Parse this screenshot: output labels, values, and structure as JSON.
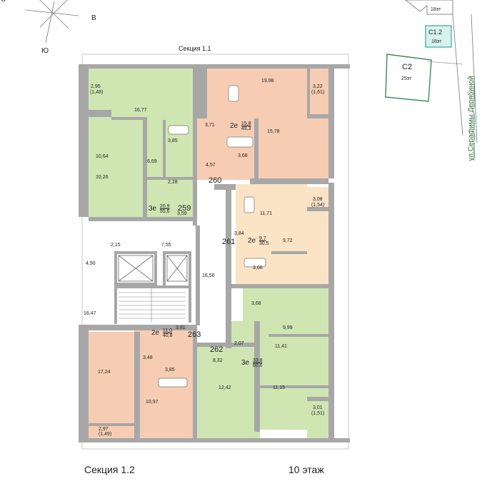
{
  "compass": {
    "south": "Ю",
    "east": "В",
    "west": "З"
  },
  "sections": {
    "top": "Секция 1.1",
    "bottom": "Секция 1.2"
  },
  "floor": "10 этаж",
  "street": "ул.Серафимы Дерябиной",
  "siteplan": [
    {
      "id": "c2",
      "name": "С2",
      "floors": "25эт",
      "color": "#3a8a5a"
    },
    {
      "id": "c12",
      "name": "С1.2",
      "floors": "18эт",
      "color": "#3aa59a"
    },
    {
      "id": "c11",
      "floors": "18эт"
    }
  ],
  "apartments": [
    {
      "number": "259",
      "type": "3е",
      "living": "20,9",
      "total": "55,6"
    },
    {
      "number": "260",
      "type": "2е",
      "living": "15,8",
      "total": "49,3"
    },
    {
      "number": "261",
      "type": "2е",
      "living": "9,7",
      "total": "30,5"
    },
    {
      "number": "262",
      "type": "3е",
      "living": "33,8",
      "total": "60,6"
    },
    {
      "number": "263",
      "type": "2е",
      "living": "11,0",
      "total": "40,8"
    }
  ],
  "rooms": [
    "2,95",
    "(1,48)",
    "16,77",
    "19,98",
    "3,22",
    "(1,61)",
    "3,71",
    "15,78",
    "3,85",
    "10,64",
    "6,69",
    "3,68",
    "4,57",
    "10,26",
    "2,28",
    "3,08",
    "(1,54)",
    "11,71",
    "3,59",
    "3,84",
    "9,72",
    "2,15",
    "7,55",
    "4,90",
    "16,56",
    "3,68",
    "16,47",
    "3,68",
    "9,99",
    "3,81",
    "11,41",
    "2,07",
    "3,48",
    "8,32",
    "17,24",
    "3,85",
    "12,42",
    "11,15",
    "10,97",
    "3,01",
    "(1,51)",
    "2,97",
    "(1,49)"
  ],
  "colors": {
    "green": "#cfe6b2",
    "orange": "#f6cdb2",
    "cream": "#fbe3c5",
    "wall": "#a7a7a7"
  }
}
